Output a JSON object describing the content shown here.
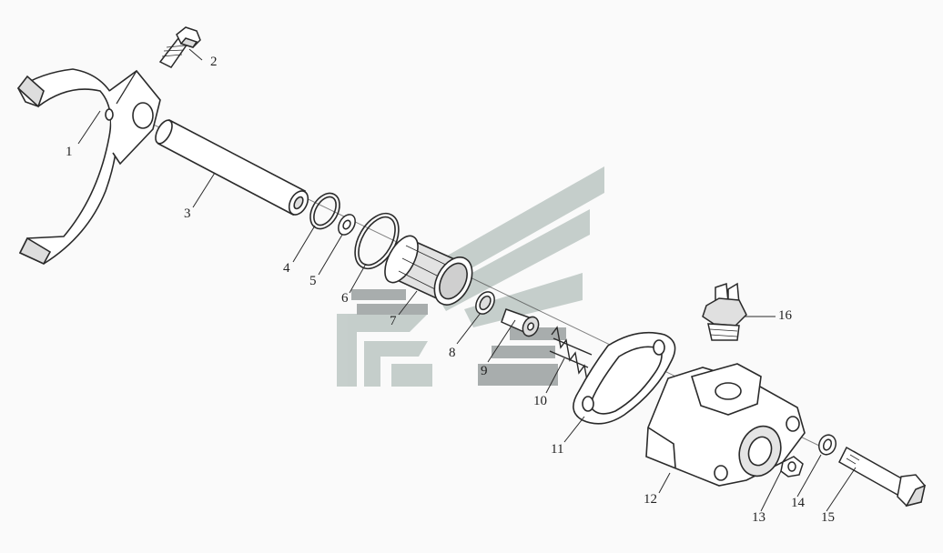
{
  "diagram": {
    "type": "exploded-parts-view",
    "line_color": "#2a2a2a",
    "part_fill": "#ffffff",
    "shade_fill": "#d6d6d6",
    "watermark": {
      "kind": "logo",
      "color": "#b9c4c0"
    }
  },
  "callouts": {
    "c1": "1",
    "c2": "2",
    "c3": "3",
    "c4": "4",
    "c5": "5",
    "c6": "6",
    "c7": "7",
    "c8": "8",
    "c9": "9",
    "c10": "10",
    "c11": "11",
    "c12": "12",
    "c13": "13",
    "c14": "14",
    "c15": "15",
    "c16": "16"
  }
}
